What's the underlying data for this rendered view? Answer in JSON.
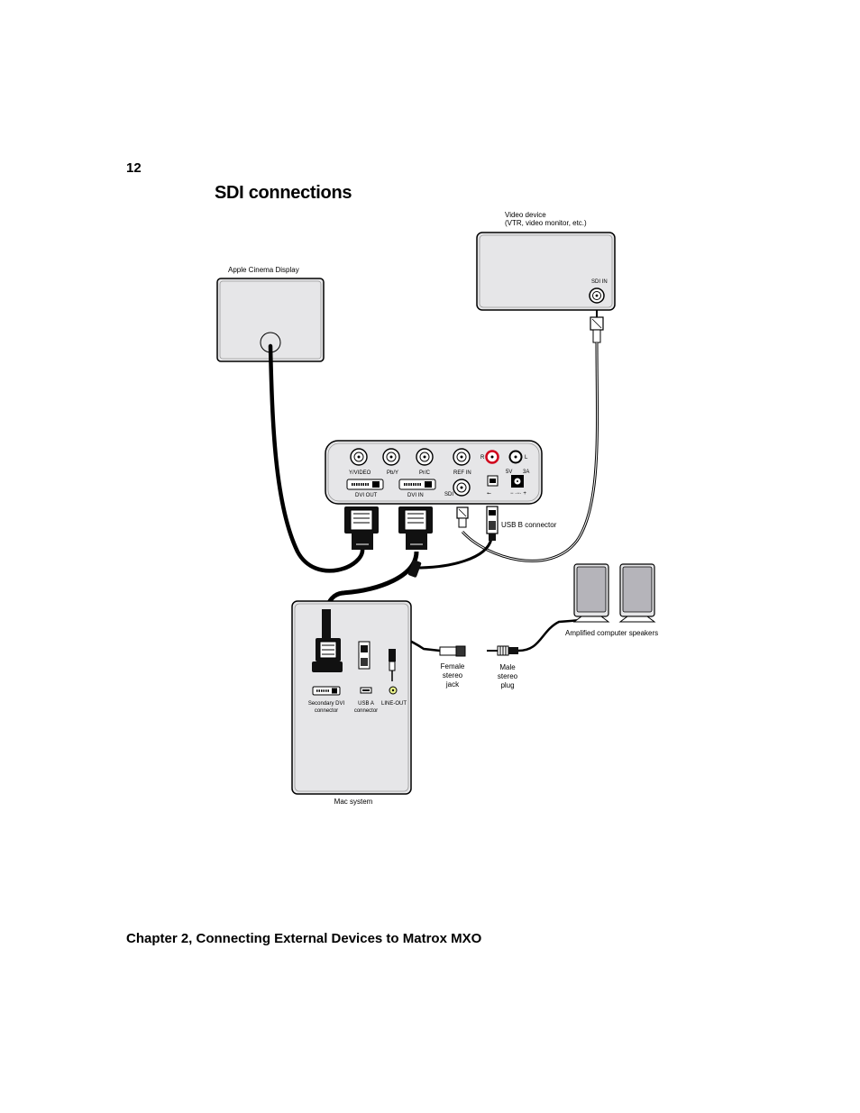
{
  "page": {
    "number": "12",
    "title": "SDI connections",
    "footer": "Chapter 2, Connecting External Devices to Matrox MXO"
  },
  "diagram": {
    "video_device_label": "Video device",
    "video_device_sublabel": "(VTR, video monitor, etc.)",
    "sdi_in_label": "SDI IN",
    "apple_display_label": "Apple Cinema Display",
    "mxo_ports": {
      "y_video": "Y/VIDEO",
      "pb_y": "Pb/Y",
      "pr_c": "Pr/C",
      "ref_in": "REF IN",
      "r": "R",
      "l": "L",
      "power_voltage": "5V",
      "power_current": "3A",
      "dvi_out": "DVI OUT",
      "dvi_in": "DVI IN",
      "sdi": "SDI"
    },
    "usb_b_label": "USB B connector",
    "speakers_label": "Amplified computer speakers",
    "female_jack_label": [
      "Female",
      "stereo",
      "jack"
    ],
    "male_plug_label": [
      "Male",
      "stereo",
      "plug"
    ],
    "mac_ports": {
      "secondary_dvi": [
        "Secondary DVI",
        "connector"
      ],
      "usb_a": [
        "USB A",
        "connector"
      ],
      "line_out": "LINE-OUT"
    },
    "mac_system_label": "Mac system"
  }
}
